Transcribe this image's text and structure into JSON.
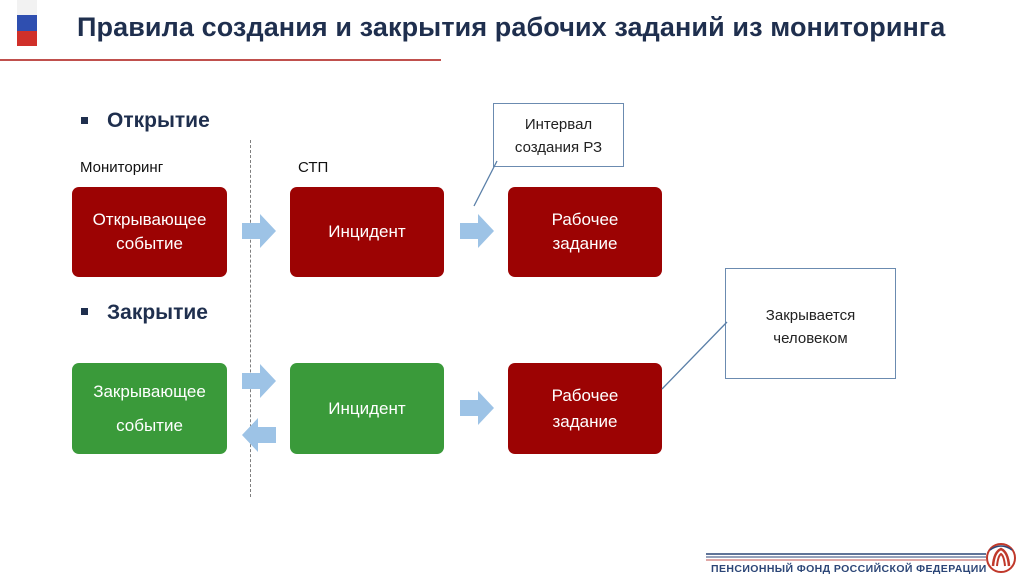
{
  "title": "Правила создания и закрытия рабочих заданий из мониторинга",
  "sections": {
    "open": {
      "heading": "Открытие"
    },
    "close": {
      "heading": "Закрытие"
    }
  },
  "columns": {
    "left": "Мониторинг",
    "right": "СТП"
  },
  "open_row": {
    "event": "Открывающее событие",
    "incident": "Инцидент",
    "task": "Рабочее задание"
  },
  "close_row": {
    "event": "Закрывающее событие",
    "incident": "Инцидент",
    "task": "Рабочее задание"
  },
  "callouts": {
    "interval": "Интервал создания РЗ",
    "closed_by": "Закрывается человеком"
  },
  "footer": {
    "org_name": "ПЕНСИОННЫЙ ФОНД РОССИЙСКОЙ ФЕДЕРАЦИИ"
  },
  "colors": {
    "red_box": "#9c0303",
    "green_box": "#3a9a3a",
    "arrow": "#9dc3e6",
    "title": "#1f2f4e",
    "accent_rule": "#c0504d"
  }
}
